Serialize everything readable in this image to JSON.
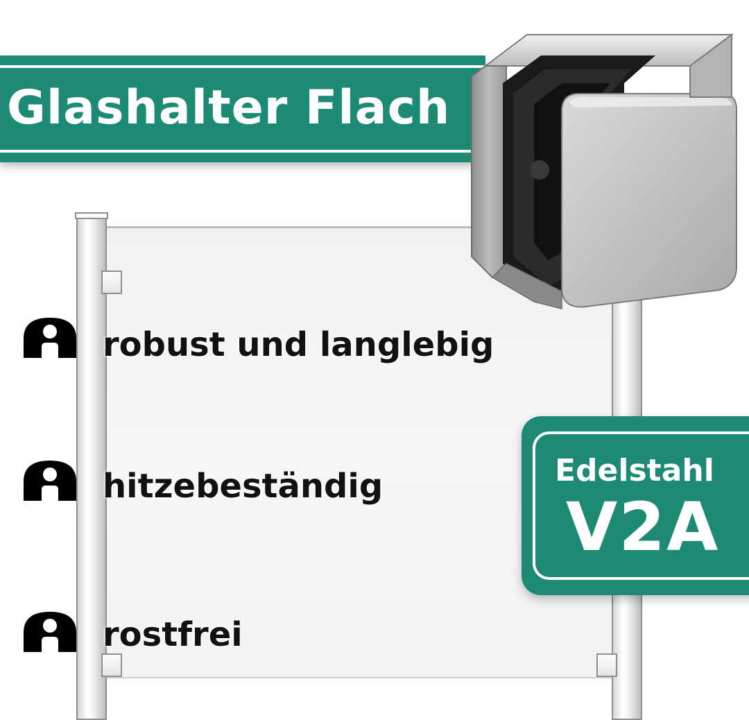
{
  "title": "Glashalter Flach",
  "features": [
    {
      "label": "robust und langlebig",
      "icon": "rubber-insert-icon"
    },
    {
      "label": "hitzebeständig",
      "icon": "rubber-insert-icon"
    },
    {
      "label": "rostfrei",
      "icon": "rubber-insert-icon"
    }
  ],
  "badge": {
    "line1": "Edelstahl",
    "line2": "V2A"
  },
  "colors": {
    "brand_green": "#1d8a76",
    "text_dark": "#111111",
    "white": "#ffffff"
  },
  "images": {
    "product": "stainless-steel-glass-clamp",
    "background": "glass-railing-panel"
  }
}
